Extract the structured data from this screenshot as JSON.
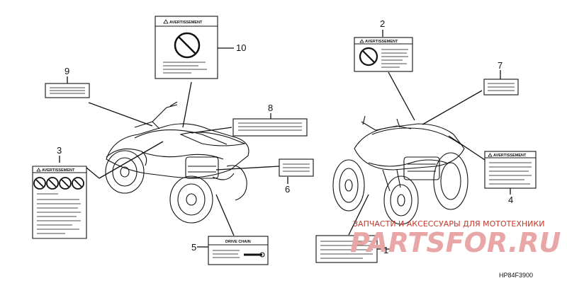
{
  "callouts": {
    "c1": "1",
    "c2": "2",
    "c3": "3",
    "c4": "4",
    "c5": "5",
    "c6": "6",
    "c7": "7",
    "c8": "8",
    "c9": "9",
    "c10": "10"
  },
  "label_texts": {
    "warning": "AVERTISSEMENT",
    "drive_chain": "DRIVE CHAIN"
  },
  "watermark": {
    "line1": "ЗАПЧАСТИ И АКСЕССУАРЫ ДЛЯ МОТОТЕХНИКИ",
    "line2": "PARTSFOR.RU"
  },
  "diagram_code": "HP84F3900",
  "colors": {
    "ink": "#111111",
    "watermark_red": "#c0392b",
    "watermark_pink": "#e8a6a6"
  },
  "icons": [
    "prohibition-icon",
    "warning-triangle-icon",
    "atv-illustration"
  ]
}
